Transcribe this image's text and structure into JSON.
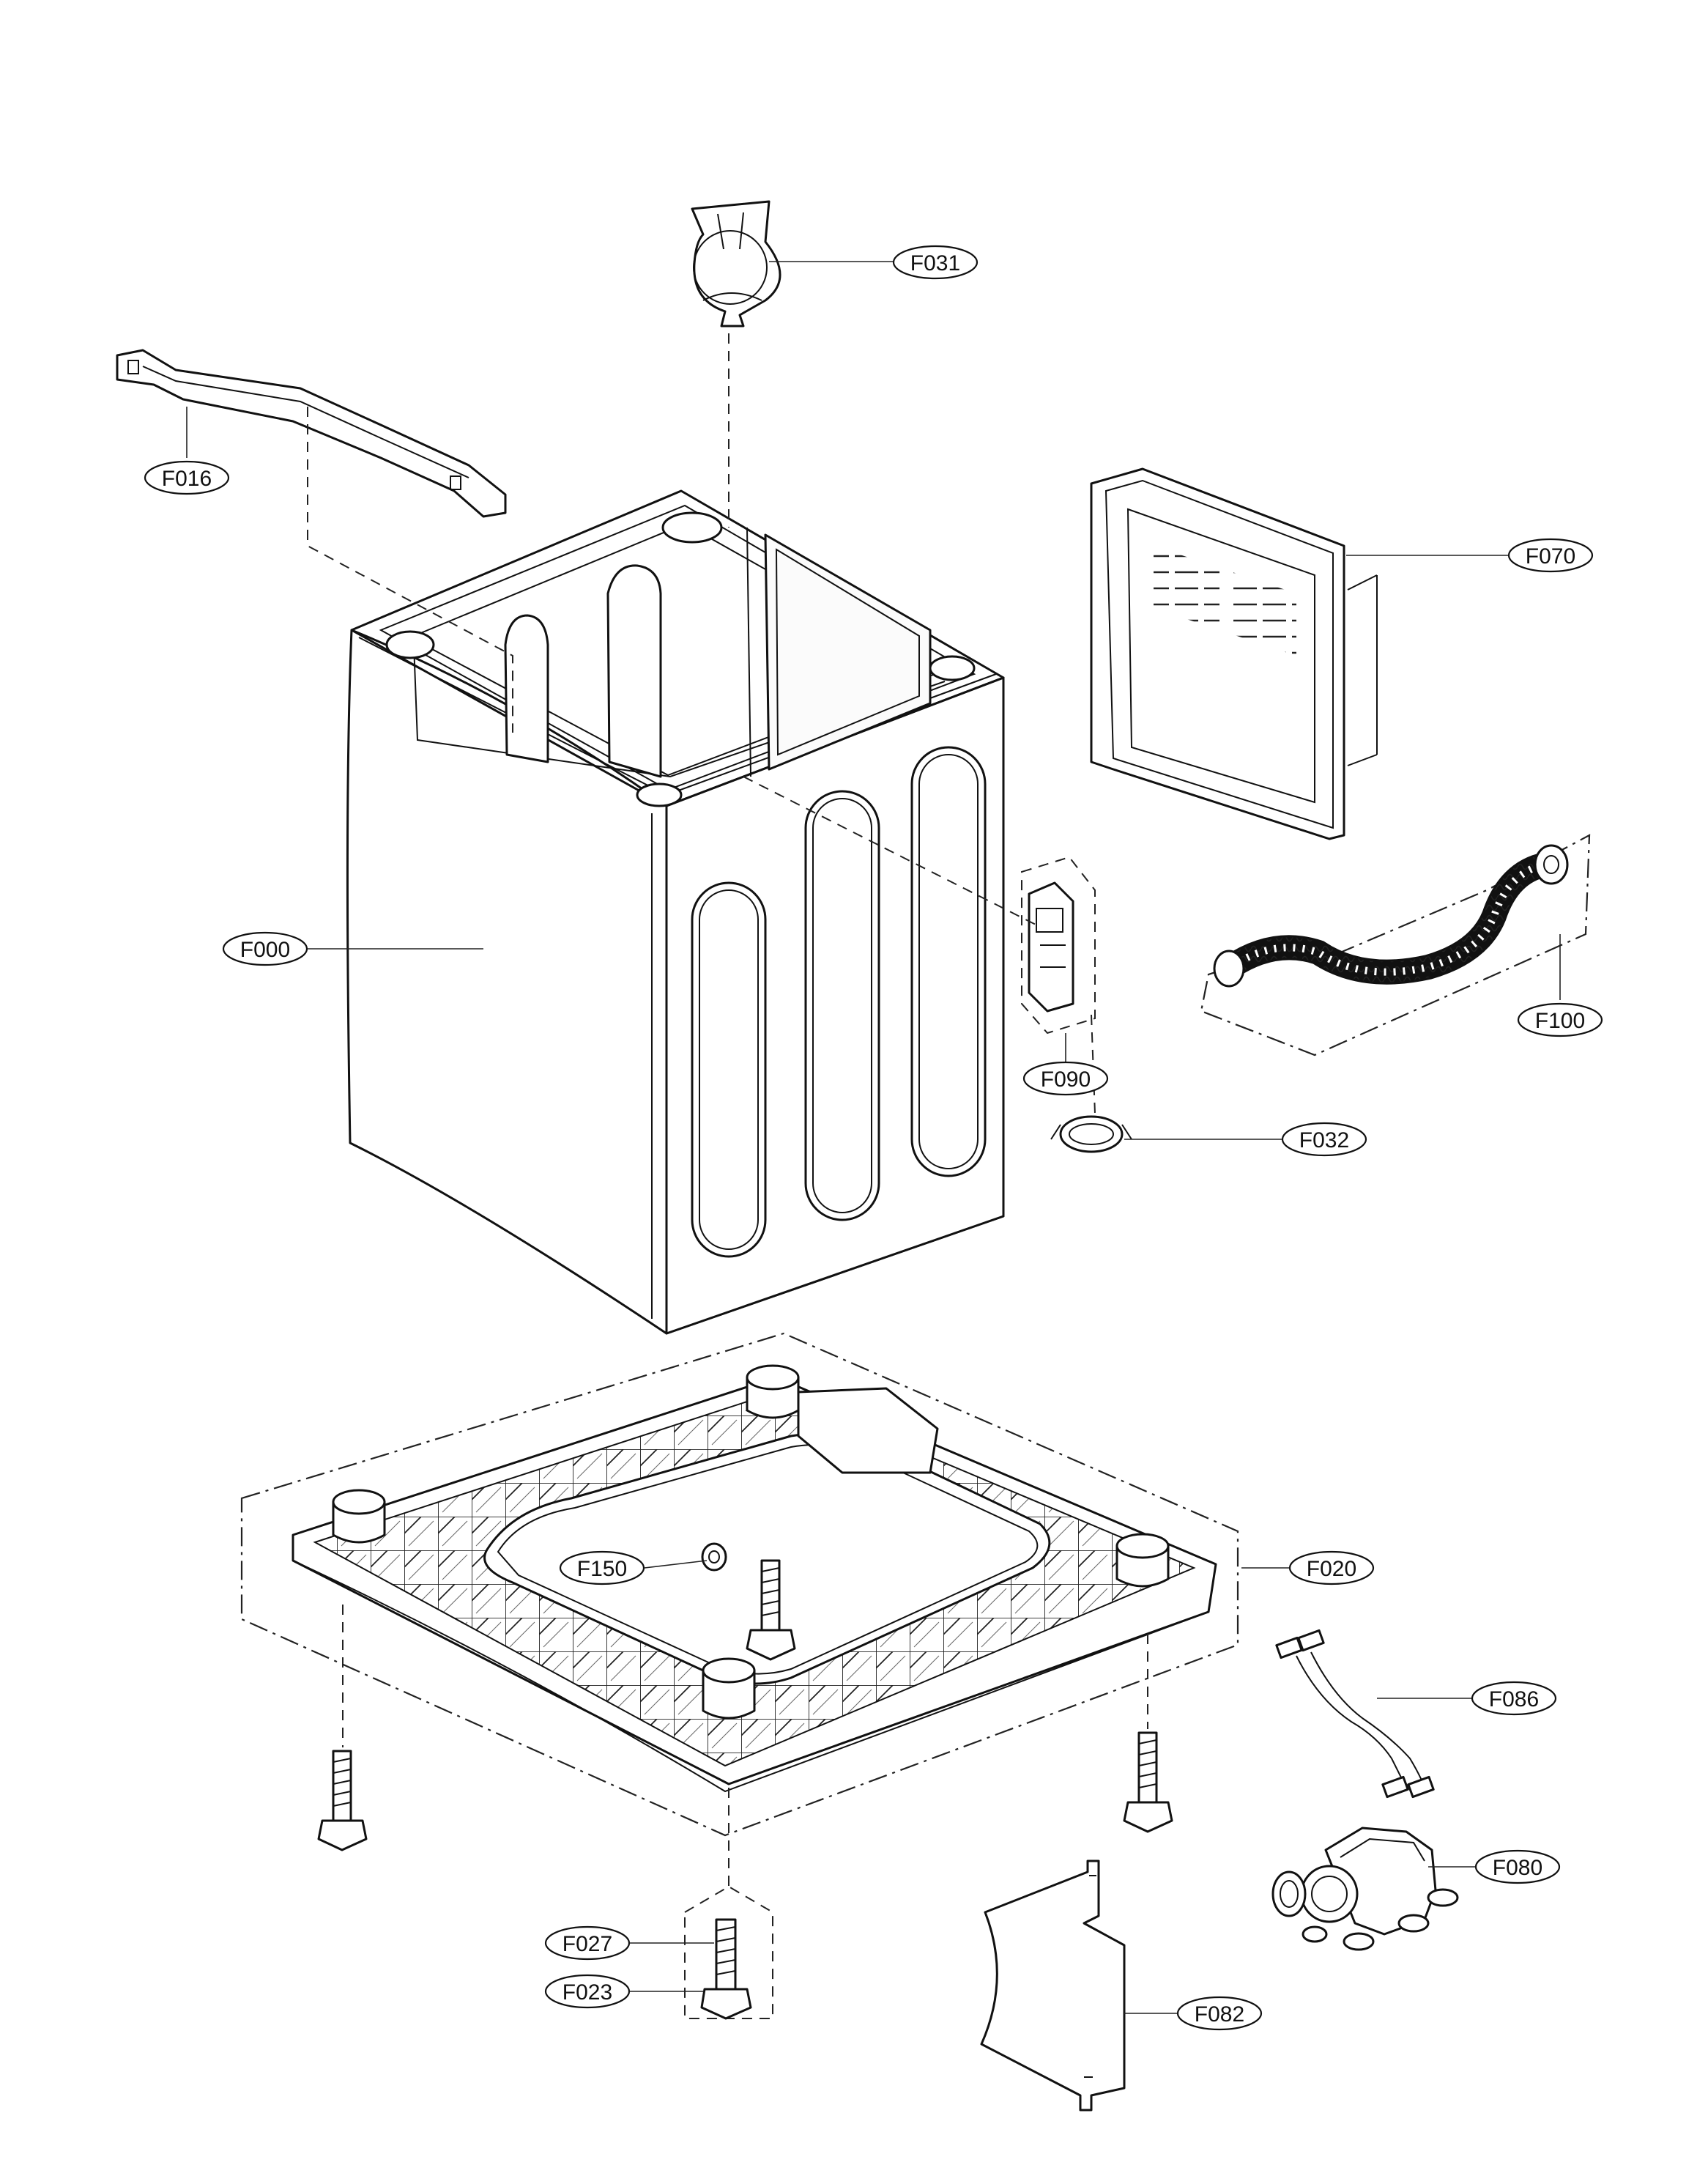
{
  "callouts": {
    "f031": "F031",
    "f016": "F016",
    "f070": "F070",
    "f000": "F000",
    "f090": "F090",
    "f100": "F100",
    "f032": "F032",
    "f150": "F150",
    "f020": "F020",
    "f086": "F086",
    "f080": "F080",
    "f027": "F027",
    "f023": "F023",
    "f082": "F082"
  }
}
